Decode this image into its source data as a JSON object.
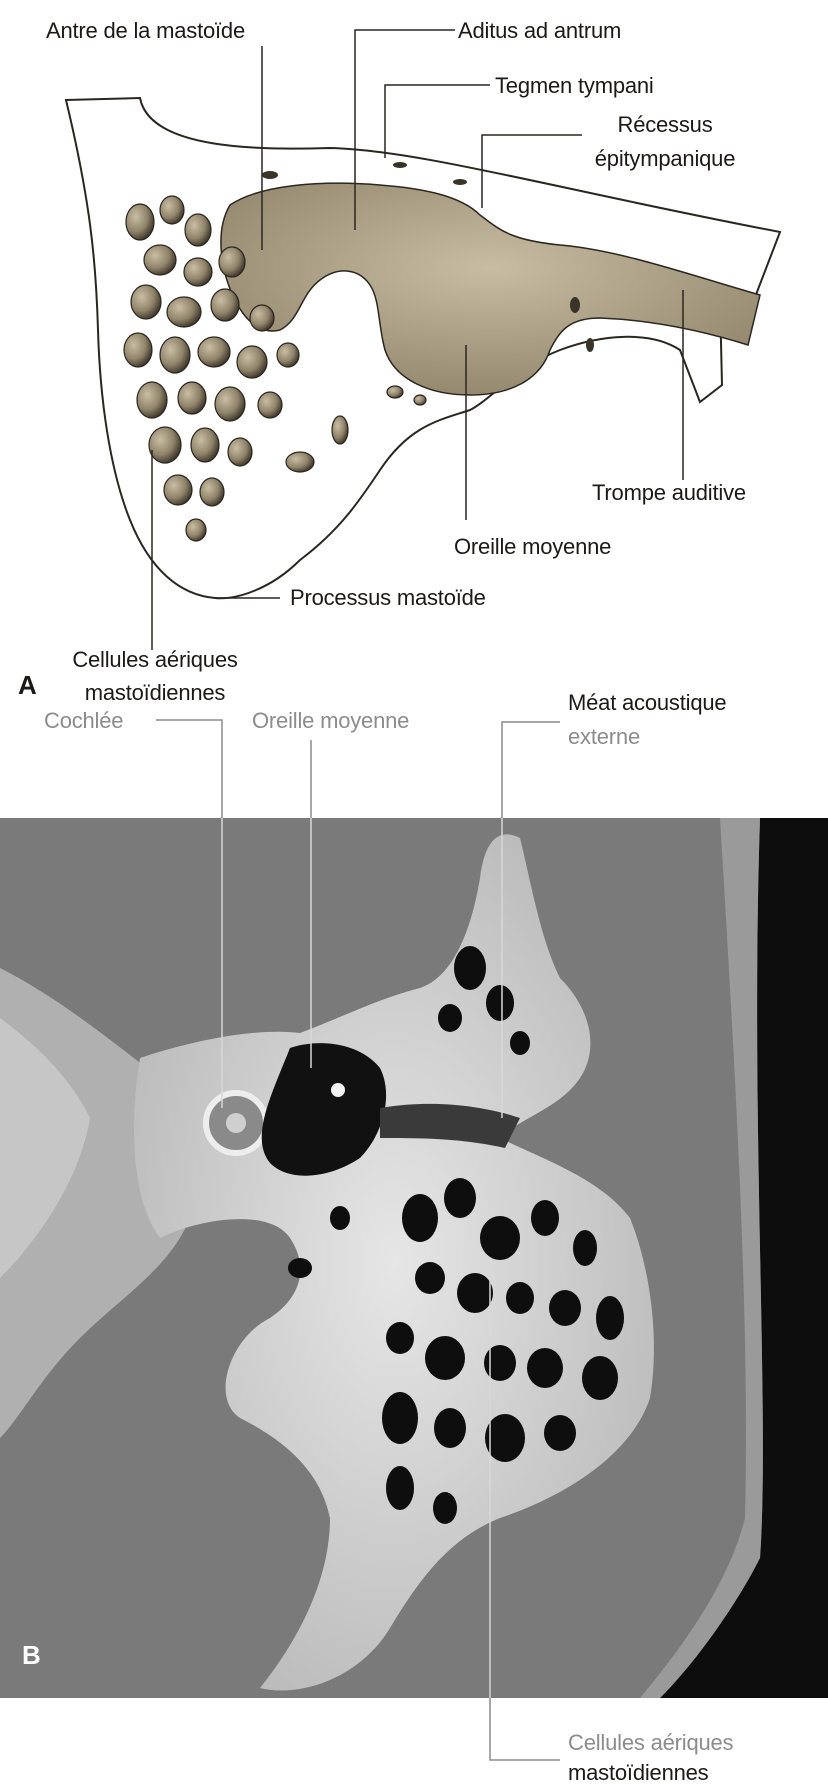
{
  "panel_a": {
    "letter": "A",
    "labels": {
      "antre": "Antre de la mastoïde",
      "aditus": "Aditus ad antrum",
      "tegmen": "Tegmen tympani",
      "recessus_line1": "Récessus",
      "recessus_line2": "épitympanique",
      "trompe": "Trompe auditive",
      "oreille": "Oreille moyenne",
      "processus": "Processus mastoïde",
      "cellules_line1": "Cellules aériques",
      "cellules_line2": "mastoïdiennes"
    }
  },
  "panel_b": {
    "letter": "B",
    "labels": {
      "cochlee": "Cochlée",
      "oreille": "Oreille moyenne",
      "meat_line1": "Méat acoustique",
      "meat_line2": "externe",
      "cellules_line1": "Cellules aériques",
      "cellules_line2": "mastoïdiennes"
    }
  },
  "colors": {
    "bone_fill": "#9b8f74",
    "cavity_fill": "#b3a78c",
    "outline": "#2a2620",
    "ct_background": "#7a7a7a"
  }
}
